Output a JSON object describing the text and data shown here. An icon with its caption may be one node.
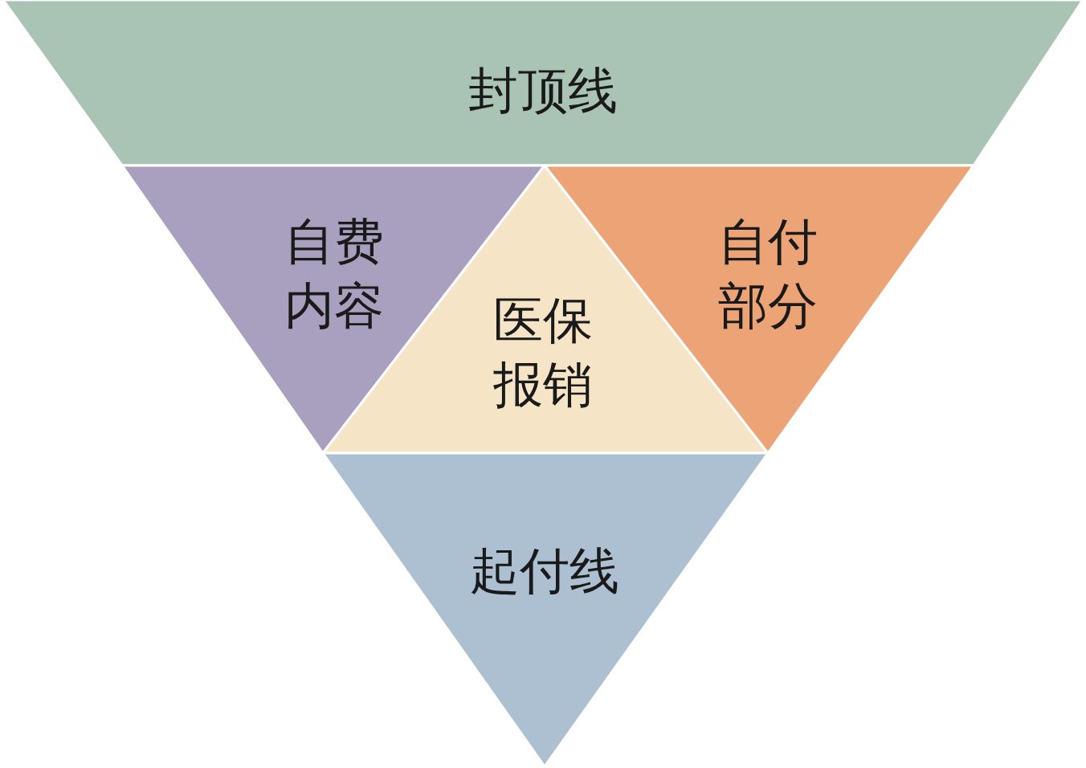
{
  "diagram": {
    "nodes": [
      {
        "text": [
          "封顶线"
        ]
      },
      {
        "text": [
          "自费内容"
        ]
      },
      {
        "text": [
          "医保报销"
        ]
      },
      {
        "text": [
          "自付部分"
        ]
      },
      {
        "text": [
          "起付线"
        ]
      }
    ]
  }
}
